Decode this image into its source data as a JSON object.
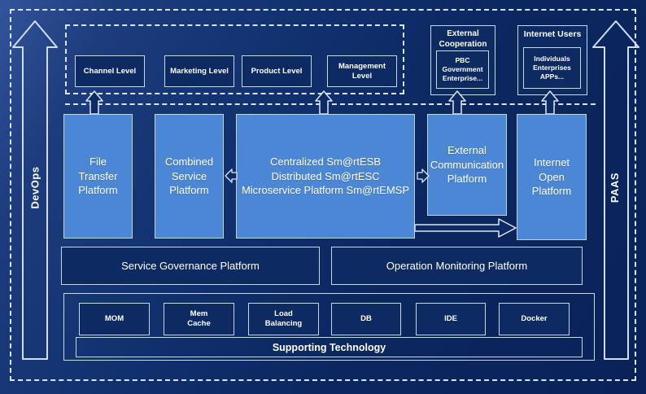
{
  "diagram": {
    "left_rail_label": "DevOps",
    "right_rail_label": "PAAS",
    "levels": [
      {
        "label": "Channel Level"
      },
      {
        "label": "Marketing Level"
      },
      {
        "label": "Product Level"
      },
      {
        "label": "Management Level"
      }
    ],
    "external_cooperation": {
      "title": "External\nCooperation",
      "members": "PBC Government\nEnterprise..."
    },
    "internet_users": {
      "title": "Internet Users",
      "members": "Individuals\nEnterprises\nAPPs..."
    },
    "platforms": {
      "file_transfer": "File\nTransfer\nPlatform",
      "combined_service": "Combined\nService\nPlatform",
      "esb": "Centralized Sm@rtESB\nDistributed Sm@rtESC\nMicroservice Platform Sm@rtEMSP",
      "external_communication": "External\nCommunication\nPlatform",
      "internet_open": "Internet\nOpen\nPlatform"
    },
    "governance_label": "Service Governance Platform",
    "monitoring_label": "Operation Monitoring Platform",
    "technologies": [
      {
        "label": "MOM"
      },
      {
        "label": "Mem\nCache"
      },
      {
        "label": "Load\nBalancing"
      },
      {
        "label": "DB"
      },
      {
        "label": "IDE"
      },
      {
        "label": "Docker"
      }
    ],
    "supporting_label": "Supporting Technology"
  },
  "colors": {
    "background": "#0d2a63",
    "panel_blue": "#4c87d5",
    "line": "#d9e4f4",
    "text": "#ffffff"
  }
}
